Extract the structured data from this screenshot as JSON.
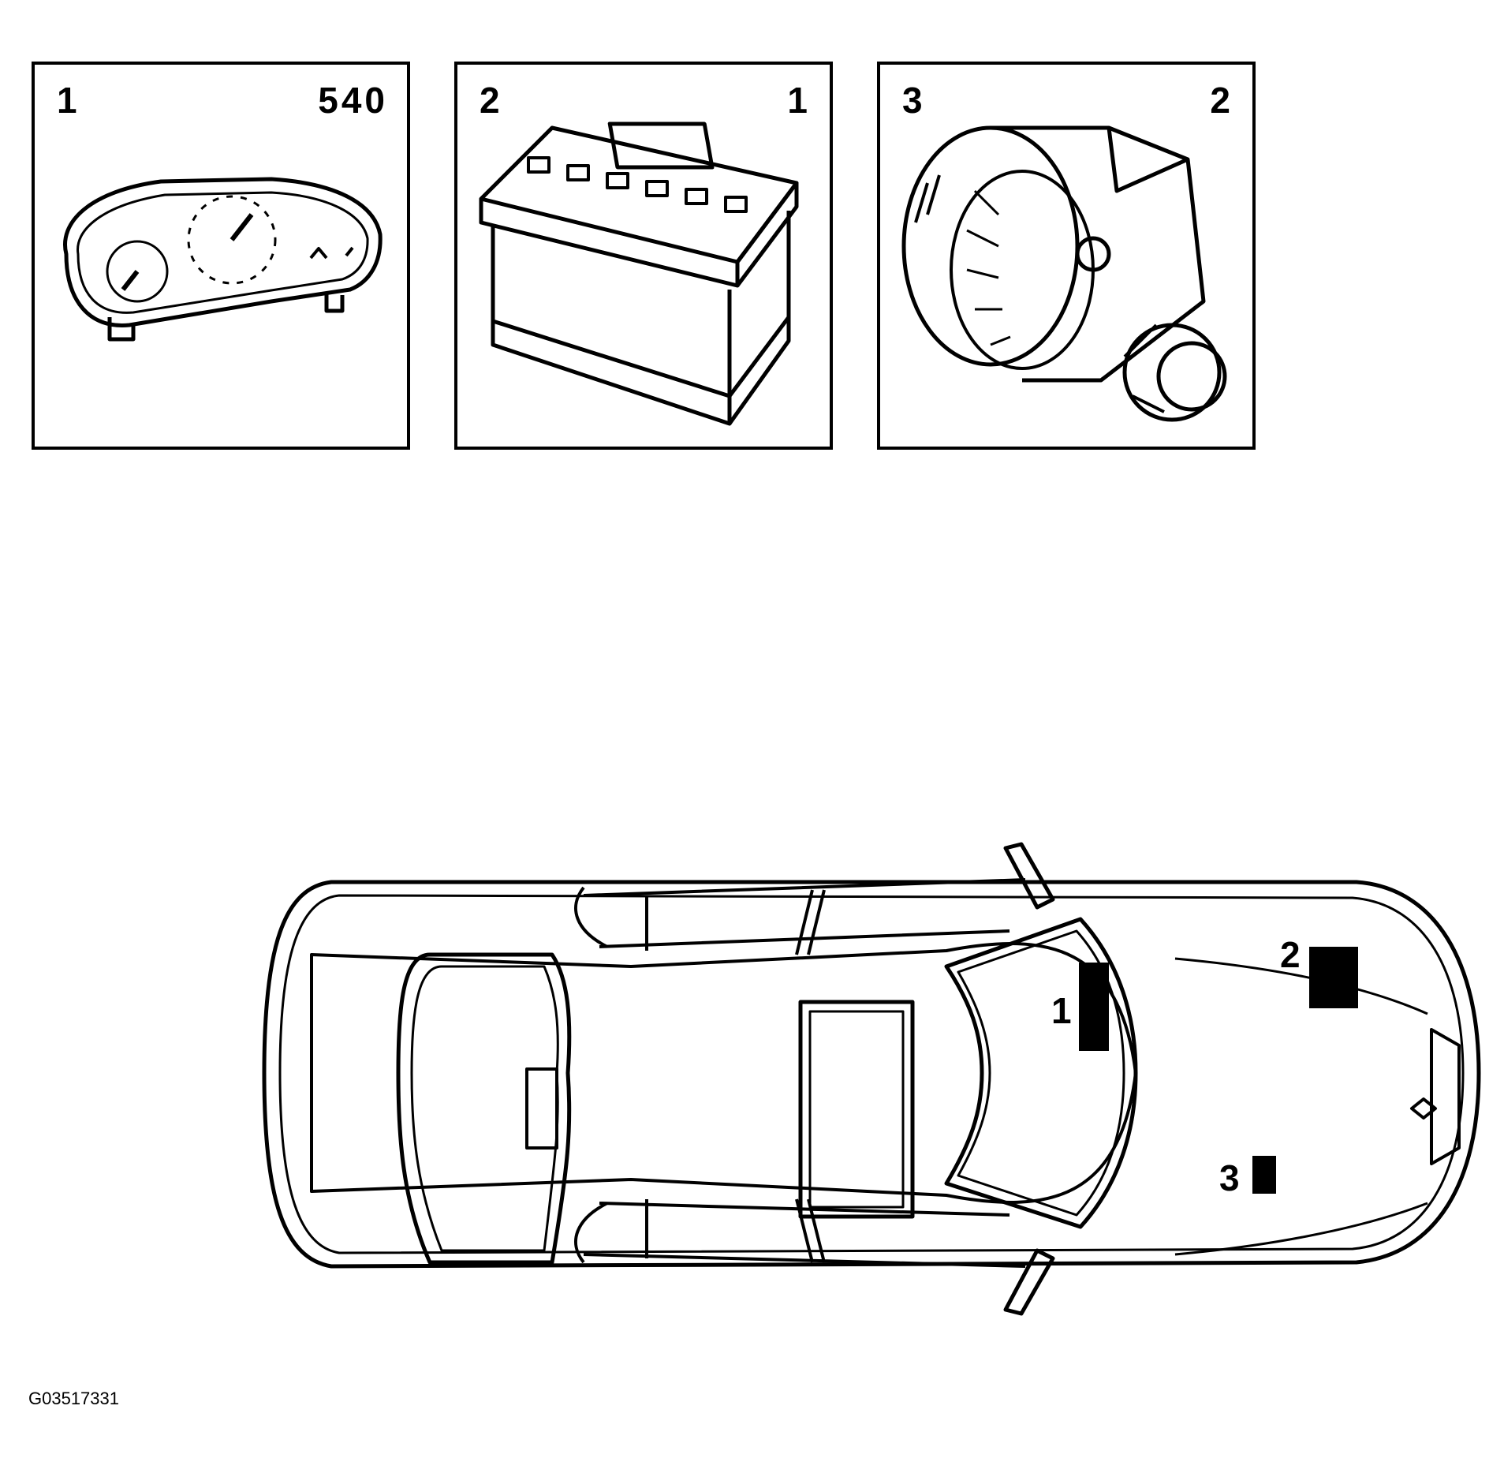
{
  "panels": [
    {
      "index": "1",
      "code": "540",
      "component": "instrument-cluster"
    },
    {
      "index": "2",
      "code": "1",
      "component": "battery"
    },
    {
      "index": "3",
      "code": "2",
      "component": "alternator"
    }
  ],
  "car_callouts": [
    {
      "label": "1"
    },
    {
      "label": "2"
    },
    {
      "label": "3"
    }
  ],
  "diagram_code": "G03517331",
  "colors": {
    "line": "#000000",
    "background": "#ffffff"
  }
}
